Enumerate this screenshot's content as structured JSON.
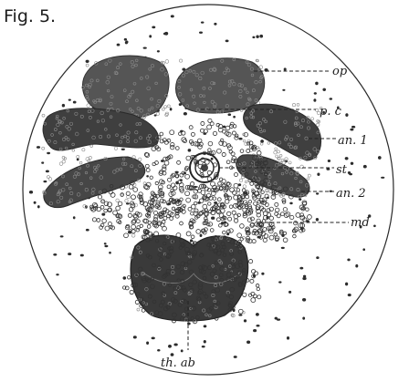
{
  "figure": {
    "title": "Fig. 5."
  },
  "labels": {
    "op": "op",
    "pc": "p. c",
    "an1": "an. 1",
    "st": "st",
    "an2": "an. 2",
    "md": "md",
    "thab": "th. ab"
  },
  "colors": {
    "ink": "#1d1d1d",
    "fill_dark": "#4a4a4a",
    "paper": "#ffffff"
  }
}
